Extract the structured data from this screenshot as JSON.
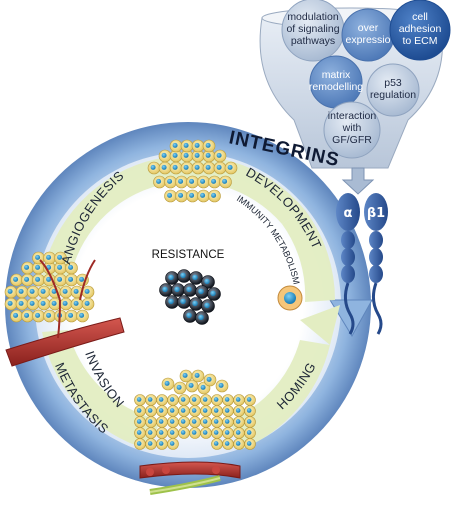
{
  "funnel": {
    "bubbles": [
      {
        "lines": [
          "modulation",
          "of signaling",
          "pathways"
        ]
      },
      {
        "lines": [
          "over",
          "expressio"
        ]
      },
      {
        "lines": [
          "cell",
          "adhesion",
          "to ECM"
        ]
      },
      {
        "lines": [
          "matrix",
          "remodelling"
        ]
      },
      {
        "lines": [
          "p53",
          "regulation"
        ]
      },
      {
        "lines": [
          "interaction",
          "with",
          "GF/GFR"
        ]
      }
    ]
  },
  "title": "INTEGRINS",
  "cycle": {
    "angiogenesis": "ANGIOGENESIS",
    "development": "DEVELOPMENT",
    "immunity_metabolism": "IMMUNITY METABOLISM",
    "invasion": "INVASION",
    "metastasis": "METASTASIS",
    "homing": "HOMING",
    "resistance": "RESISTANCE"
  },
  "receptor": {
    "alpha": "α",
    "beta": "β1"
  },
  "colors": {
    "ring_blue": "#8fb4df",
    "ring_dark": "#5f86bd",
    "inner_green": "#e3edc2",
    "cell_yellow": "#f2e08a",
    "nucleus_blue": "#2f9ed3",
    "vessel_red": "#b6322d",
    "receptor_blue": "#3a63a8",
    "bubble_dark": "#2d5fa8",
    "bubble_light": "#b9c8dd"
  }
}
